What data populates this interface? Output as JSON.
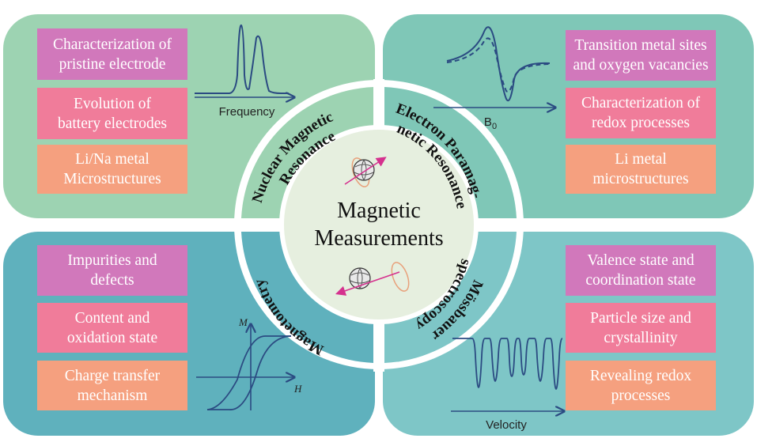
{
  "center": {
    "title_line1": "Magnetic",
    "title_line2": "Measurements"
  },
  "ring_labels": {
    "nmr_line1": "Nuclear Magnetic",
    "nmr_line2": "Resonance",
    "epr_line1": "Electron Paramag-",
    "epr_line2": "netic Resonance",
    "magnetometry": "Magnetometry",
    "mossbauer_line1": "Mössbauer",
    "mossbauer_line2": "spectroscopy"
  },
  "nmr": {
    "items": [
      "Characterization of\npristine electrode",
      "Evolution of\nbattery electrodes",
      "Li/Na metal\nMicrostructures"
    ],
    "axis_label": "Frequency"
  },
  "epr": {
    "items": [
      "Transition metal sites\nand oxygen vacancies",
      "Characterization of\nredox processes",
      "Li metal\nmicrostructures"
    ],
    "axis_label": "B",
    "axis_label_sub": "0"
  },
  "magnetometry": {
    "items": [
      "Impurities and\ndefects",
      "Content and\noxidation state",
      "Charge transfer\nmechanism"
    ],
    "axis_y": "M",
    "axis_x": "H"
  },
  "mossbauer": {
    "items": [
      "Valence state and\ncoordination state",
      "Particle size and\ncrystallinity",
      "Revealing redox\nprocesses"
    ],
    "axis_label": "Velocity"
  },
  "colors": {
    "nmr_bg": "#9dd3b2",
    "epr_bg": "#7fc7b7",
    "magnetometry_bg": "#5fb1bd",
    "mossbauer_bg": "#7ec6c7",
    "box_purple": "#d178bb",
    "box_pink": "#f07c9a",
    "box_orange": "#f5a07f",
    "curve": "#2b4b82",
    "center_fill": "#e6efdf"
  }
}
